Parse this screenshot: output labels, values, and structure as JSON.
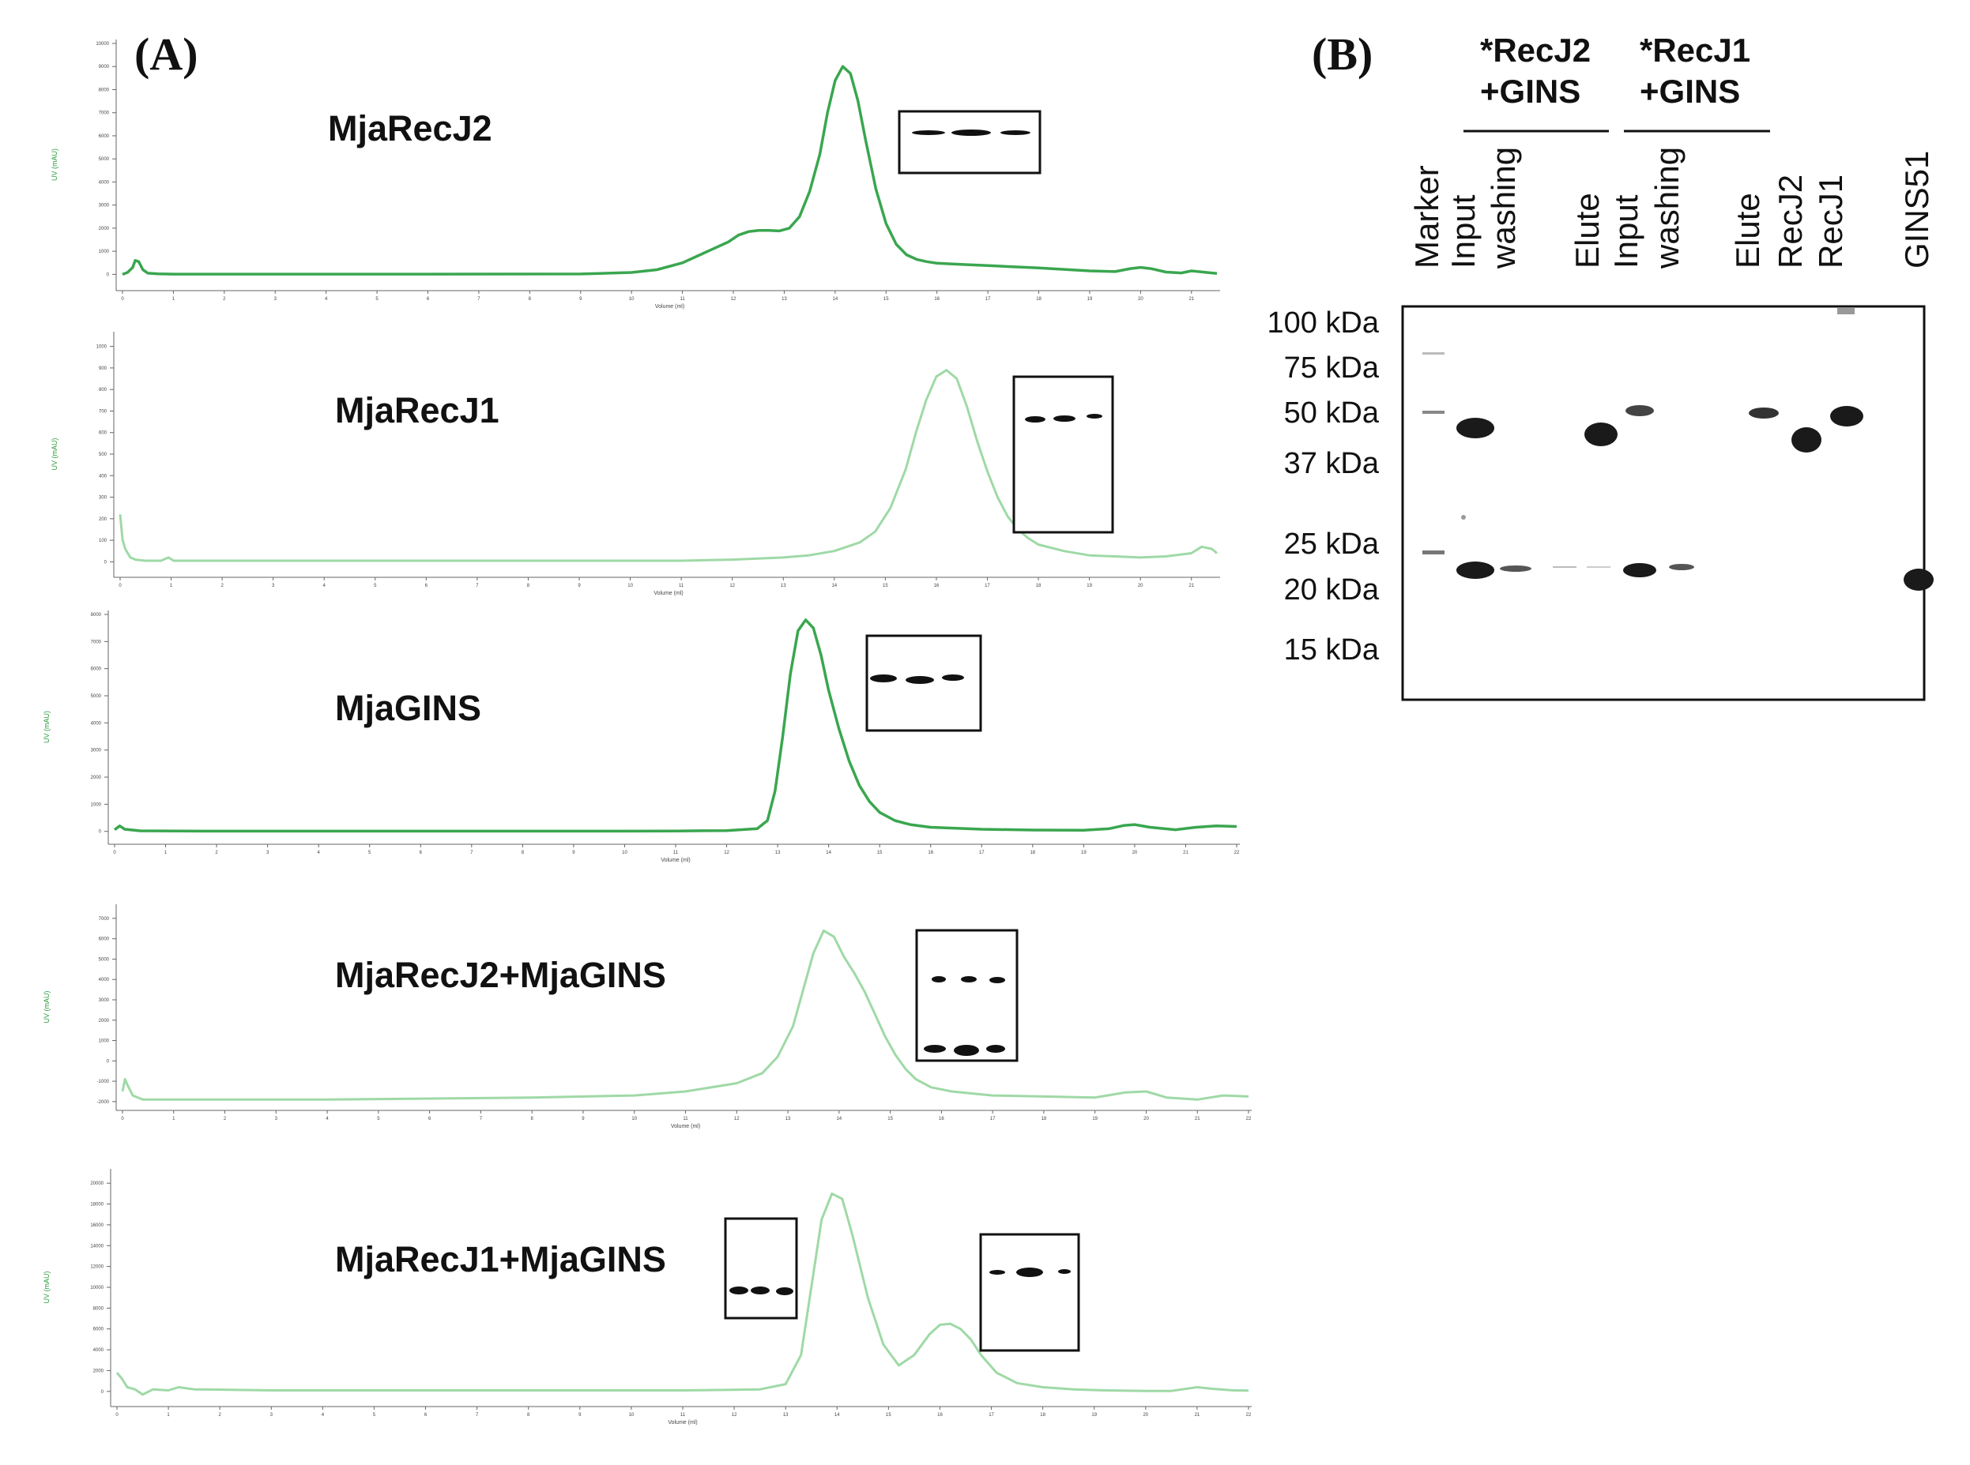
{
  "panel_a_label": "(A)",
  "panel_b_label": "(B)",
  "colors": {
    "trace_dark": "#3aa64f",
    "trace_light": "#9fd9a6",
    "ylabel_green": "#2a9a3a",
    "axis": "#666666",
    "ink": "#111111"
  },
  "chart_data": [
    {
      "type": "line",
      "title": "MjaRecJ2",
      "xlabel": "Volume (ml)",
      "xlim": [
        0,
        21.5
      ],
      "x_ticks": [
        0,
        1,
        2,
        3,
        4,
        5,
        6,
        7,
        8,
        9,
        10,
        11,
        12,
        13,
        14,
        15,
        16,
        17,
        18,
        19,
        20,
        21
      ],
      "ylim": [
        -500,
        10000
      ],
      "y_ticks": [
        0,
        1000,
        2000,
        3000,
        4000,
        5000,
        6000,
        7000,
        8000,
        9000,
        10000
      ],
      "color": "trace_dark",
      "series": [
        {
          "x": [
            0,
            0.1,
            0.2,
            0.25,
            0.32,
            0.4,
            0.5,
            0.7,
            1,
            3,
            6,
            9,
            10,
            10.5,
            11,
            11.3,
            11.6,
            11.9,
            12.1,
            12.3,
            12.5,
            12.7,
            12.9,
            13.1,
            13.3,
            13.5,
            13.7,
            13.85,
            14,
            14.15,
            14.3,
            14.45,
            14.6,
            14.8,
            15,
            15.2,
            15.4,
            15.6,
            15.8,
            16,
            16.3,
            16.6,
            17,
            18,
            19,
            19.5,
            19.8,
            20,
            20.2,
            20.5,
            20.8,
            21,
            21.3,
            21.5
          ],
          "y": [
            0,
            80,
            300,
            600,
            550,
            200,
            50,
            20,
            10,
            10,
            10,
            15,
            80,
            200,
            500,
            800,
            1100,
            1400,
            1700,
            1850,
            1900,
            1900,
            1880,
            2000,
            2500,
            3600,
            5200,
            7000,
            8400,
            9000,
            8700,
            7500,
            5800,
            3700,
            2200,
            1300,
            850,
            650,
            550,
            480,
            450,
            420,
            380,
            280,
            150,
            120,
            250,
            300,
            250,
            100,
            60,
            150,
            80,
            40
          ]
        }
      ]
    },
    {
      "type": "line",
      "title": "MjaRecJ1",
      "xlabel": "Volume (ml)",
      "xlim": [
        0,
        21.5
      ],
      "x_ticks": [
        0,
        1,
        2,
        3,
        4,
        5,
        6,
        7,
        8,
        9,
        10,
        11,
        12,
        13,
        14,
        15,
        16,
        17,
        18,
        19,
        20,
        21
      ],
      "ylim": [
        -50,
        1050
      ],
      "y_ticks": [
        0,
        100,
        200,
        300,
        400,
        500,
        600,
        700,
        800,
        900,
        1000
      ],
      "color": "trace_light",
      "series": [
        {
          "x": [
            0,
            0.05,
            0.1,
            0.15,
            0.2,
            0.3,
            0.5,
            0.8,
            0.95,
            1.05,
            1.2,
            2,
            4,
            6,
            8,
            10,
            11,
            12,
            12.5,
            13,
            13.5,
            14,
            14.5,
            14.8,
            15.1,
            15.4,
            15.6,
            15.8,
            16,
            16.2,
            16.4,
            16.6,
            16.8,
            17,
            17.2,
            17.4,
            17.6,
            17.8,
            18,
            18.5,
            19,
            19.5,
            20,
            20.5,
            21,
            21.2,
            21.4,
            21.5
          ],
          "y": [
            220,
            100,
            60,
            40,
            20,
            10,
            5,
            5,
            20,
            5,
            5,
            5,
            5,
            5,
            5,
            5,
            5,
            10,
            15,
            20,
            30,
            50,
            90,
            140,
            250,
            430,
            600,
            750,
            860,
            890,
            850,
            720,
            560,
            420,
            300,
            210,
            150,
            110,
            80,
            50,
            30,
            25,
            20,
            25,
            40,
            70,
            60,
            40
          ]
        }
      ]
    },
    {
      "type": "line",
      "title": "MjaGINS",
      "xlabel": "Volume (ml)",
      "xlim": [
        0,
        22
      ],
      "x_ticks": [
        0,
        1,
        2,
        3,
        4,
        5,
        6,
        7,
        8,
        9,
        10,
        11,
        12,
        13,
        14,
        15,
        16,
        17,
        18,
        19,
        20,
        21,
        22
      ],
      "ylim": [
        -300,
        8000
      ],
      "y_ticks": [
        0,
        1000,
        2000,
        3000,
        4000,
        5000,
        6000,
        7000,
        8000
      ],
      "color": "trace_dark",
      "series": [
        {
          "x": [
            0,
            0.1,
            0.2,
            0.5,
            2,
            6,
            10,
            11,
            12,
            12.6,
            12.8,
            12.95,
            13.1,
            13.25,
            13.4,
            13.55,
            13.7,
            13.85,
            14,
            14.2,
            14.4,
            14.6,
            14.8,
            15,
            15.3,
            15.6,
            16,
            17,
            18,
            19,
            19.5,
            19.8,
            20,
            20.3,
            20.8,
            21.2,
            21.6,
            22
          ],
          "y": [
            60,
            200,
            80,
            20,
            10,
            10,
            10,
            15,
            30,
            100,
            400,
            1500,
            3500,
            5800,
            7400,
            7800,
            7500,
            6500,
            5200,
            3800,
            2600,
            1700,
            1100,
            700,
            400,
            250,
            150,
            80,
            50,
            40,
            100,
            220,
            250,
            150,
            60,
            150,
            200,
            180
          ]
        }
      ]
    },
    {
      "type": "line",
      "title": "MjaRecJ2+MjaGINS",
      "xlabel": "Volume (ml)",
      "xlim": [
        0,
        22
      ],
      "x_ticks": [
        0,
        1,
        2,
        3,
        4,
        5,
        6,
        7,
        8,
        9,
        10,
        11,
        12,
        13,
        14,
        15,
        16,
        17,
        18,
        19,
        20,
        21,
        22
      ],
      "ylim": [
        -2200,
        7500
      ],
      "y_ticks": [
        -2000,
        -1000,
        0,
        1000,
        2000,
        3000,
        4000,
        5000,
        6000,
        7000
      ],
      "color": "trace_light",
      "series": [
        {
          "x": [
            0,
            0.05,
            0.1,
            0.2,
            0.4,
            1,
            4,
            8,
            10,
            11,
            12,
            12.5,
            12.8,
            13.1,
            13.3,
            13.5,
            13.7,
            13.9,
            14.1,
            14.3,
            14.5,
            14.7,
            14.9,
            15.1,
            15.3,
            15.5,
            15.8,
            16.2,
            17,
            18,
            19,
            19.6,
            20,
            20.4,
            21,
            21.5,
            22
          ],
          "y": [
            -1500,
            -900,
            -1200,
            -1700,
            -1900,
            -1900,
            -1900,
            -1800,
            -1700,
            -1500,
            -1100,
            -600,
            200,
            1700,
            3500,
            5300,
            6400,
            6100,
            5100,
            4300,
            3400,
            2300,
            1200,
            300,
            -400,
            -900,
            -1300,
            -1500,
            -1700,
            -1750,
            -1800,
            -1550,
            -1500,
            -1800,
            -1900,
            -1700,
            -1750
          ]
        }
      ]
    },
    {
      "type": "line",
      "title": "MjaRecJ1+MjaGINS",
      "xlabel": "Volume (ml)",
      "xlim": [
        0,
        22
      ],
      "x_ticks": [
        0,
        1,
        2,
        3,
        4,
        5,
        6,
        7,
        8,
        9,
        10,
        11,
        12,
        13,
        14,
        15,
        16,
        17,
        18,
        19,
        20,
        21,
        22
      ],
      "ylim": [
        -1000,
        21000
      ],
      "y_ticks": [
        0,
        2000,
        4000,
        6000,
        8000,
        10000,
        12000,
        14000,
        16000,
        18000,
        20000
      ],
      "color": "trace_light",
      "series": [
        {
          "x": [
            0,
            0.1,
            0.2,
            0.35,
            0.5,
            0.7,
            1,
            1.2,
            1.5,
            3,
            6,
            9,
            11,
            12,
            12.5,
            13,
            13.3,
            13.5,
            13.7,
            13.9,
            14.1,
            14.3,
            14.6,
            14.9,
            15.2,
            15.5,
            15.8,
            16,
            16.2,
            16.4,
            16.6,
            16.8,
            17.1,
            17.5,
            18,
            18.6,
            19.2,
            20,
            20.5,
            21,
            21.3,
            21.7,
            22
          ],
          "y": [
            1800,
            1200,
            400,
            200,
            -300,
            200,
            100,
            400,
            200,
            100,
            100,
            100,
            100,
            150,
            200,
            700,
            3500,
            10000,
            16500,
            19000,
            18500,
            15000,
            9000,
            4500,
            2500,
            3500,
            5500,
            6400,
            6500,
            6000,
            5000,
            3500,
            1800,
            800,
            400,
            200,
            100,
            50,
            50,
            400,
            250,
            100,
            80
          ]
        }
      ]
    },
    {
      "type": "gel",
      "title": "",
      "group_labels": [
        "*RecJ2\n+GINS",
        "*RecJ1\n+GINS"
      ],
      "lanes": [
        "Marker",
        "Input",
        "washing",
        "",
        "Elute",
        "Input",
        "washing",
        "",
        "Elute",
        "RecJ2",
        "RecJ1",
        "",
        "GINS51"
      ],
      "marker_sizes": [
        "100 kDa",
        "75 kDa",
        "50 kDa",
        "37 kDa",
        "25 kDa",
        "20 kDa",
        "15 kDa"
      ]
    }
  ]
}
